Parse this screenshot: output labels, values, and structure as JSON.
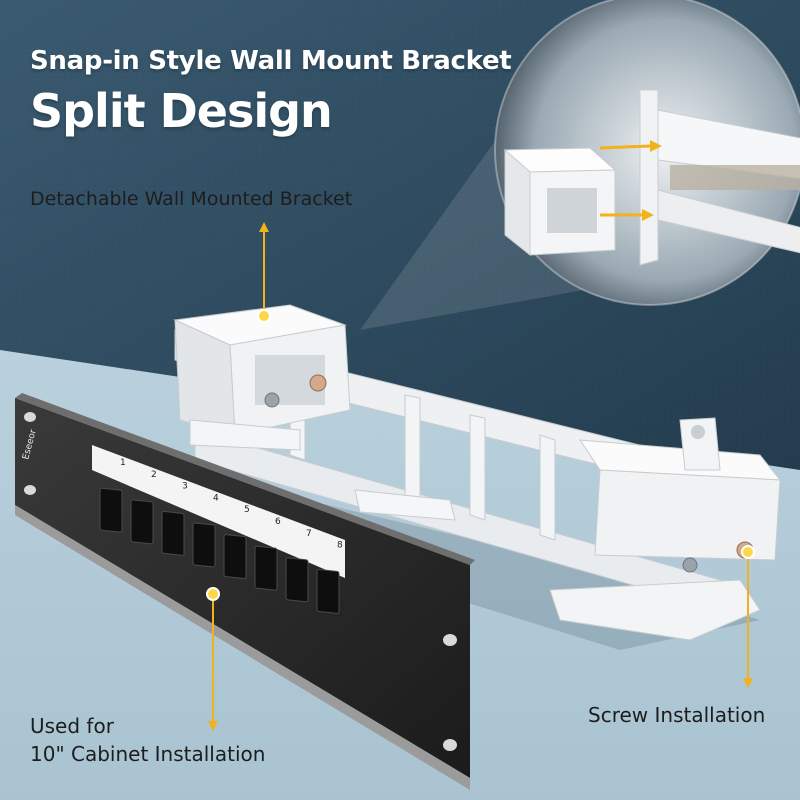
{
  "headline": {
    "line1": "Snap-in Style Wall Mount Bracket",
    "line2": "Split Design"
  },
  "callouts": {
    "bracket": "Detachable Wall Mounted Bracket",
    "cabinet_line1": "Used for",
    "cabinet_line2": "10\" Cabinet Installation",
    "screw": "Screw Installation"
  },
  "panel": {
    "brand": "Eseeor",
    "ports": [
      "1",
      "2",
      "3",
      "4",
      "5",
      "6",
      "7",
      "8"
    ]
  },
  "colors": {
    "background_wall": "#2f4b5f",
    "background_floor": "#b9d0dc",
    "accent_marker": "#f2b21c",
    "bracket": "#f3f4f5",
    "panel": "#2a2a2a"
  }
}
